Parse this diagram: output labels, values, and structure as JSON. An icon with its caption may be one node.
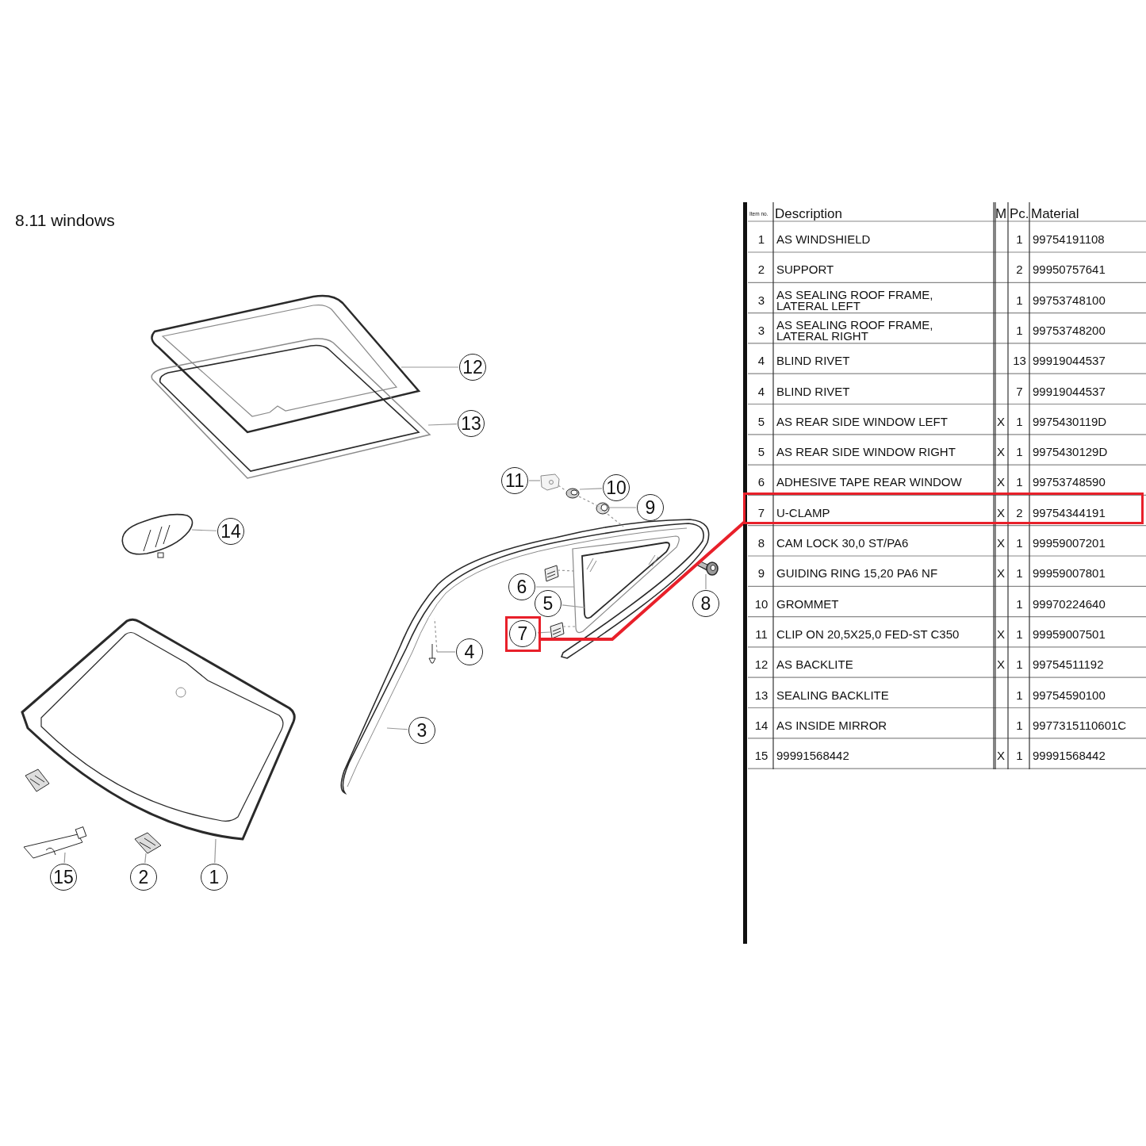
{
  "diagram": {
    "title": "8.11 windows",
    "nodes": [
      {
        "text": [],
        "shape": "picture"
      },
      {
        "text": [],
        "shape": "picture"
      },
      {
        "text": [
          "12"
        ]
      },
      {
        "text": [
          "13"
        ]
      },
      {
        "text": [],
        "shape": "picture"
      },
      {
        "text": [],
        "shape": "picture"
      },
      {
        "text": [],
        "shape": "picture"
      },
      {
        "text": [
          "11"
        ]
      },
      {
        "text": [
          "10"
        ]
      },
      {
        "text": [
          "9"
        ]
      },
      {
        "text": [],
        "shape": "picture"
      },
      {
        "text": [
          "14"
        ]
      },
      {
        "text": [],
        "shape": "picture",
        "in": 13
      },
      {
        "text": [],
        "shape": "picture"
      },
      {
        "text": [],
        "shape": "picture"
      },
      {
        "text": [],
        "shape": "picture"
      },
      {
        "text": [
          "6"
        ]
      },
      {
        "text": [
          "5"
        ]
      },
      {
        "text": [],
        "shape": "box"
      },
      {
        "text": [
          "7"
        ],
        "in": 18
      },
      {
        "text": [],
        "shape": "picture"
      },
      {
        "text": [
          "8"
        ]
      },
      {
        "text": [],
        "shape": "picture"
      },
      {
        "text": [],
        "shape": "picture"
      },
      {
        "text": [
          "4"
        ]
      },
      {
        "text": [
          "3"
        ]
      },
      {
        "text": [],
        "shape": "picture"
      },
      {
        "text": [],
        "shape": "picture"
      },
      {
        "text": [],
        "shape": "picture"
      },
      {
        "text": [],
        "shape": "picture"
      },
      {
        "text": [
          "15"
        ]
      },
      {
        "text": [
          "2"
        ]
      },
      {
        "text": [
          "1"
        ]
      },
      {
        "text": [],
        "shape": "box"
      }
    ],
    "edges": [
      {
        "from": 2,
        "to": 0,
        "arrow": "none"
      },
      {
        "from": 3,
        "to": 1,
        "arrow": "none"
      },
      {
        "from": 7,
        "to": 4,
        "arrow": "none"
      },
      {
        "from": 8,
        "to": 5,
        "arrow": "none"
      },
      {
        "from": 9,
        "to": 6,
        "arrow": "none"
      },
      {
        "from": 4,
        "to": 5,
        "arrow": "none",
        "style": "dashed"
      },
      {
        "from": 5,
        "to": 6,
        "arrow": "none",
        "style": "dashed"
      },
      {
        "from": 6,
        "to": 22,
        "arrow": "none",
        "style": "dashed"
      },
      {
        "from": 11,
        "to": 10,
        "arrow": "none"
      },
      {
        "from": 16,
        "to": 13,
        "arrow": "none"
      },
      {
        "from": 17,
        "to": 12,
        "arrow": "none"
      },
      {
        "from": 14,
        "to": 13,
        "arrow": "none",
        "style": "dashed"
      },
      {
        "from": 15,
        "to": 13,
        "arrow": "none",
        "style": "dashed"
      },
      {
        "from": 19,
        "to": 15,
        "arrow": "none"
      },
      {
        "from": 21,
        "to": 20,
        "arrow": "none"
      },
      {
        "from": 24,
        "to": 23,
        "arrow": "none"
      },
      {
        "from": 23,
        "to": 22,
        "arrow": "none",
        "style": "dashed"
      },
      {
        "from": 25,
        "to": 22,
        "arrow": "none"
      },
      {
        "from": 32,
        "to": 26,
        "arrow": "none"
      },
      {
        "from": 31,
        "to": 28,
        "arrow": "none"
      },
      {
        "from": 30,
        "to": 29,
        "arrow": "none"
      },
      {
        "from": 18,
        "to": 33,
        "arrow": "none",
        "style": "thick",
        "color": "#e8202a"
      }
    ],
    "labels": [
      "Item no.",
      "Description",
      "M",
      "Pc.",
      "Material",
      "1",
      "AS WINDSHIELD",
      "1",
      "99754191108",
      "2",
      "SUPPORT",
      "2",
      "99950757641",
      "3",
      "AS SEALING ROOF FRAME, LATERAL LEFT",
      "1",
      "99753748100",
      "3",
      "AS SEALING ROOF FRAME, LATERAL RIGHT",
      "1",
      "99753748200",
      "4",
      "BLIND RIVET",
      "13",
      "99919044537",
      "4",
      "BLIND RIVET",
      "7",
      "99919044537",
      "5",
      "AS REAR SIDE WINDOW LEFT",
      "X",
      "1",
      "9975430119D",
      "5",
      "AS REAR SIDE WINDOW RIGHT",
      "X",
      "1",
      "9975430129D",
      "6",
      "ADHESIVE TAPE REAR WINDOW",
      "X",
      "1",
      "99753748590",
      "7",
      "U-CLAMP",
      "X",
      "2",
      "99754344191",
      "8",
      "CAM LOCK 30,0 ST/PA6",
      "X",
      "1",
      "99959007201",
      "9",
      "GUIDING RING 15,20 PA6 NF",
      "X",
      "1",
      "99959007801",
      "10",
      "GROMMET",
      "1",
      "99970224640",
      "11",
      "CLIP ON 20,5X25,0 FED-ST C350",
      "X",
      "1",
      "99959007501",
      "12",
      "AS BACKLITE",
      "X",
      "1",
      "99754511192",
      "13",
      "SEALING BACKLITE",
      "1",
      "99754590100",
      "14",
      "AS INSIDE MIRROR",
      "1",
      "9977315110601C",
      "15",
      "99991568442",
      "X",
      "1",
      "99991568442"
    ]
  }
}
